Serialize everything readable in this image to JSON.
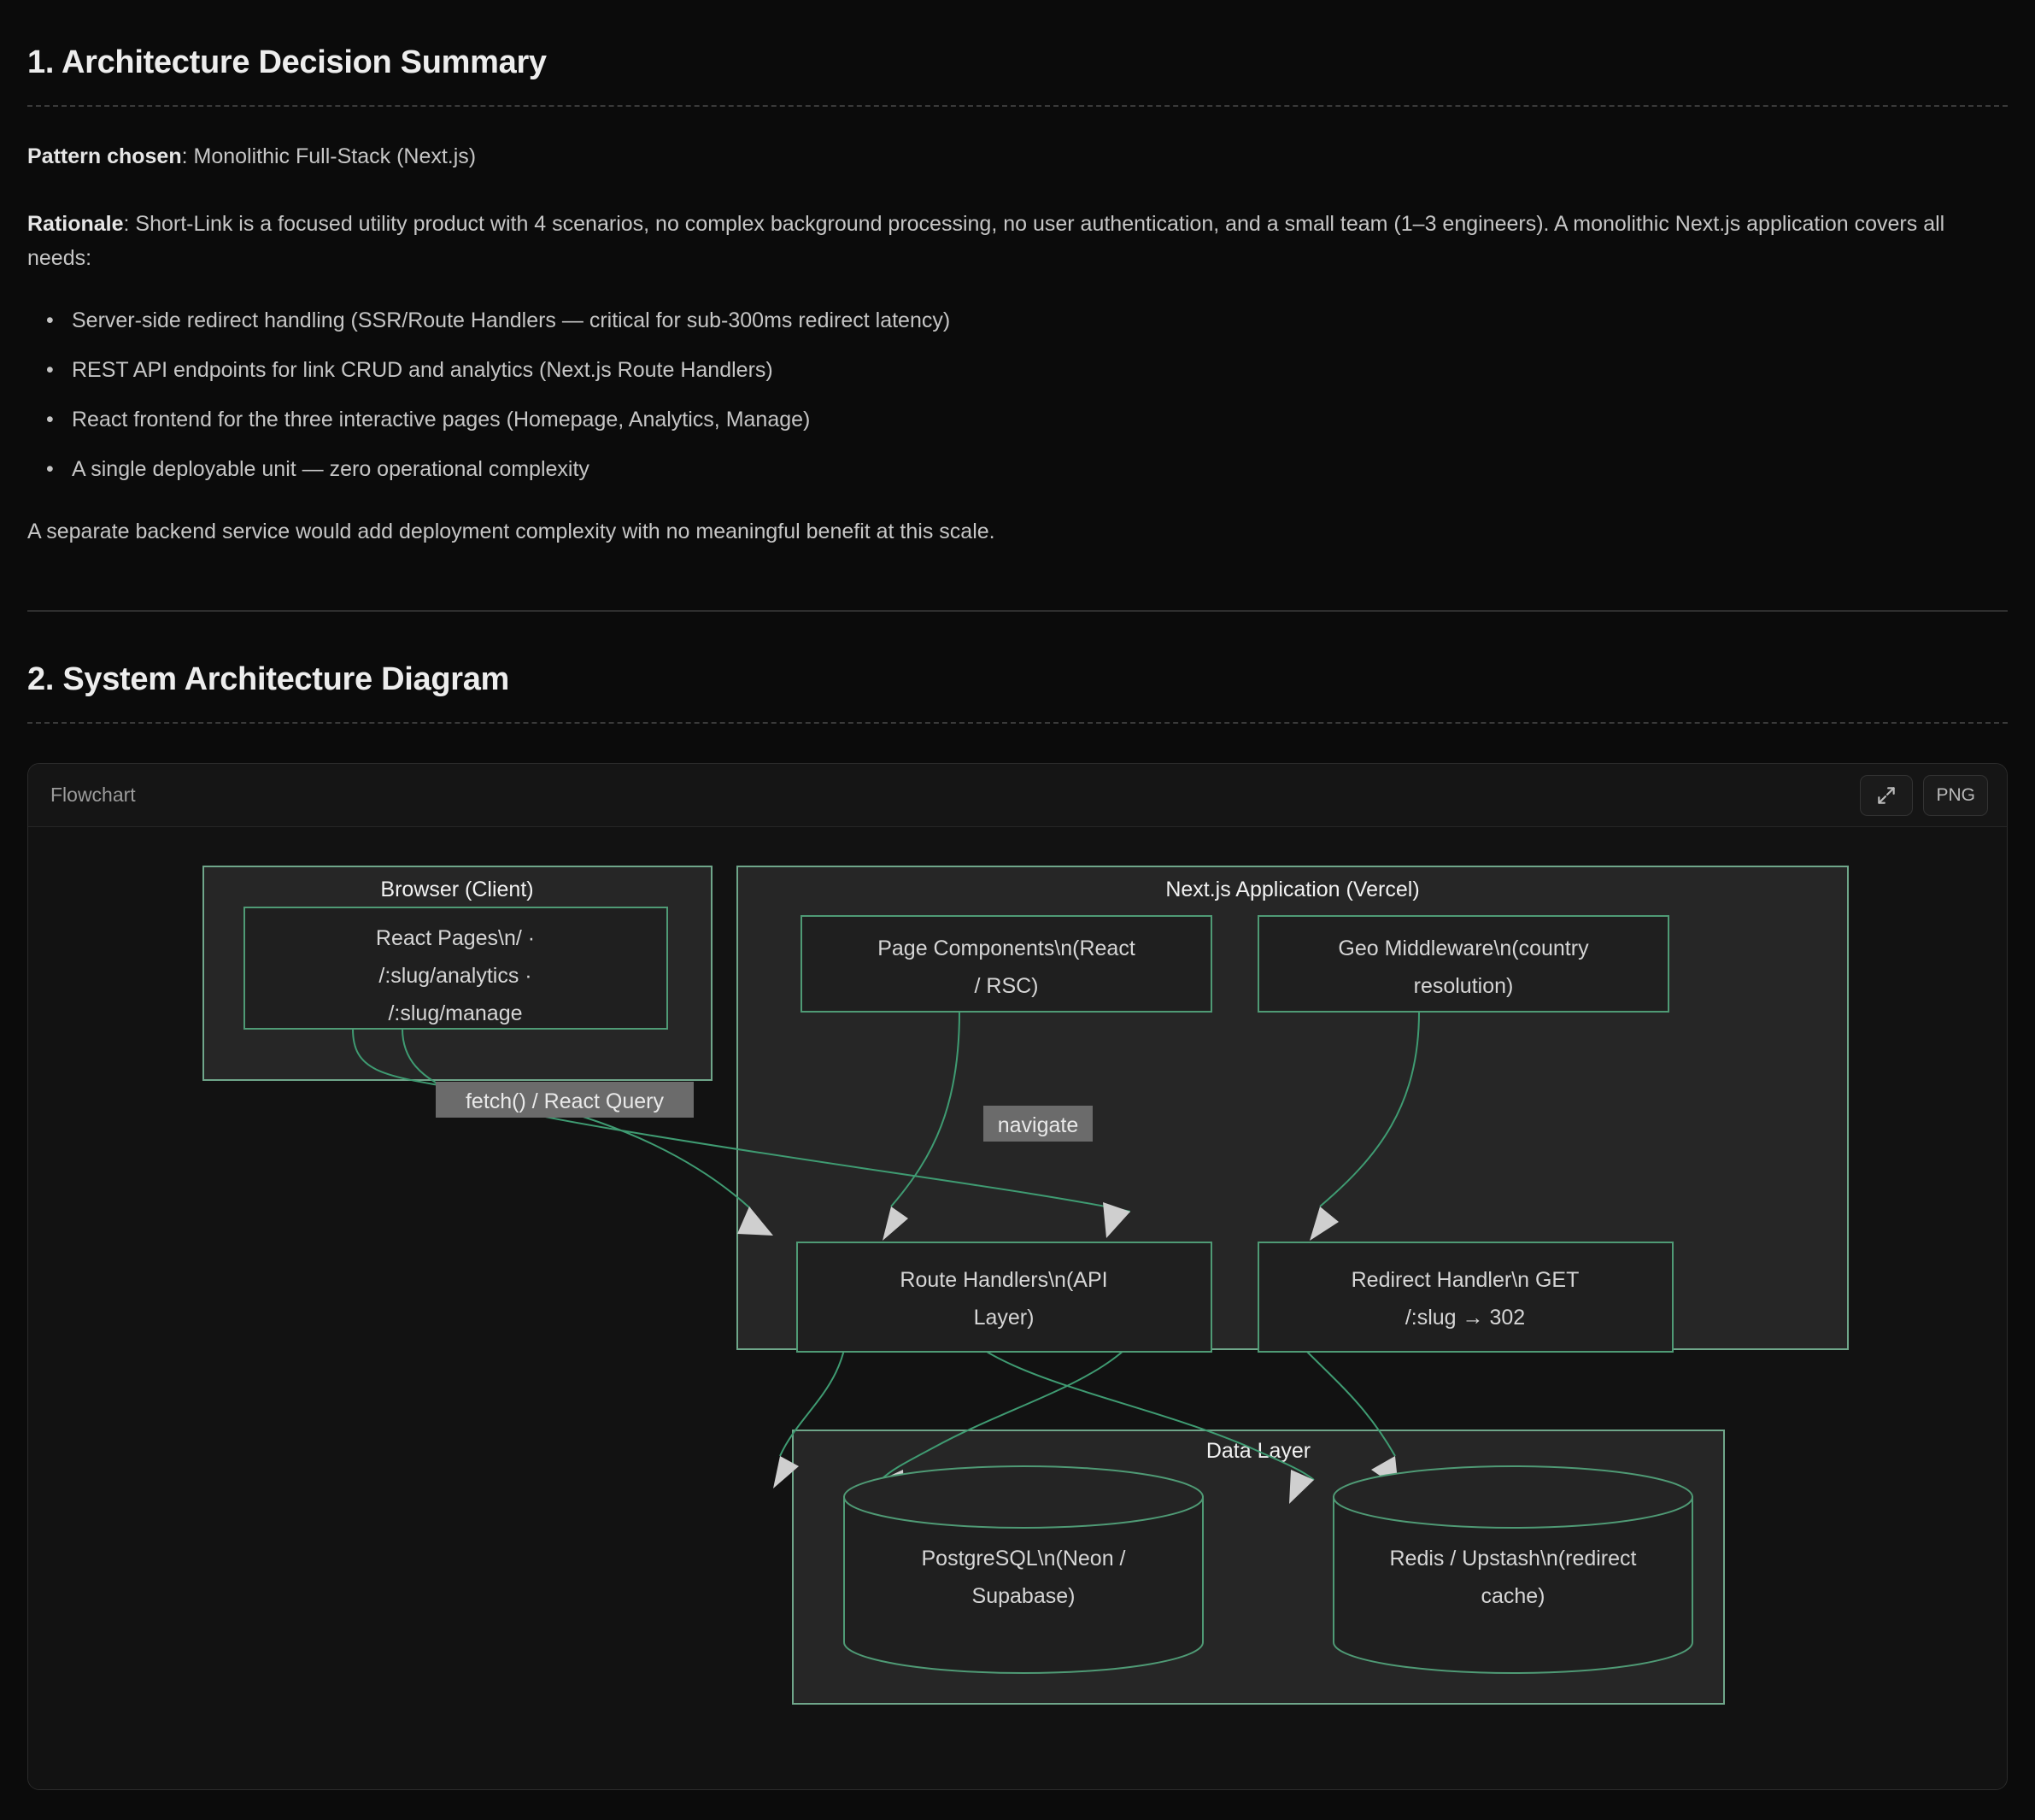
{
  "sections": [
    {
      "id": "architecture-decision-summary",
      "title": "1. Architecture Decision Summary",
      "pattern_label": "Pattern chosen",
      "pattern_value": ": Monolithic Full-Stack (Next.js)",
      "rationale_label": "Rationale",
      "rationale_value": ": Short-Link is a focused utility product with 4 scenarios, no complex background processing, no user authentication, and a small team (1–3 engineers). A monolithic Next.js application covers all needs:",
      "bullets": [
        "Server-side redirect handling (SSR/Route Handlers — critical for sub-300ms redirect latency)",
        "REST API endpoints for link CRUD and analytics (Next.js Route Handlers)",
        "React frontend for the three interactive pages (Homepage, Analytics, Manage)",
        "A single deployable unit — zero operational complexity"
      ],
      "closing": "A separate backend service would add deployment complexity with no meaningful benefit at this scale."
    },
    {
      "id": "system-architecture-diagram",
      "title": "2. System Architecture Diagram"
    }
  ],
  "diagram_card": {
    "title": "Flowchart",
    "expand_button_label": "",
    "png_button_label": "PNG"
  },
  "chart_data": {
    "type": "diagram",
    "diagram_kind": "flowchart",
    "colors": {
      "subgraph_border": "#6fa68a",
      "subgraph_fill": "#262626",
      "node_border": "#4f9a75",
      "node_fill": "#1f1f1f",
      "edge": "#3f9b72",
      "arrow_head": "#cfcfcf",
      "edge_label_bg": "#6b6b6b",
      "node_text": "#d6d6d6",
      "subgraph_text": "#f2f2f2"
    },
    "subgraphs": [
      {
        "id": "browser",
        "label": "Browser (Client)"
      },
      {
        "id": "nextjs",
        "label": "Next.js Application (Vercel)"
      },
      {
        "id": "datalayer",
        "label": "Data Layer"
      }
    ],
    "nodes": [
      {
        "id": "react_pages",
        "parent": "browser",
        "shape": "rect",
        "label": "React Pages\\n/ · /:slug/analytics · /:slug/manage",
        "lines": [
          "React Pages\\n/ ·",
          "/:slug/analytics ·",
          "/:slug/manage"
        ]
      },
      {
        "id": "page_components",
        "parent": "nextjs",
        "shape": "rect",
        "label": "Page Components\\n(React / RSC)",
        "lines": [
          "Page Components\\n(React",
          "/ RSC)"
        ]
      },
      {
        "id": "geo_middleware",
        "parent": "nextjs",
        "shape": "rect",
        "label": "Geo Middleware\\n(country resolution)",
        "lines": [
          "Geo Middleware\\n(country",
          "resolution)"
        ]
      },
      {
        "id": "route_handlers",
        "parent": "nextjs",
        "shape": "rect",
        "label": "Route Handlers\\n(API Layer)",
        "lines": [
          "Route Handlers\\n(API",
          "Layer)"
        ]
      },
      {
        "id": "redirect_handler",
        "parent": "nextjs",
        "shape": "rect",
        "label": "Redirect Handler\\n GET /:slug → 302",
        "lines": [
          "Redirect Handler\\n GET",
          "/:slug → 302"
        ]
      },
      {
        "id": "postgres",
        "parent": "datalayer",
        "shape": "cylinder",
        "label": "PostgreSQL\\n(Neon / Supabase)",
        "lines": [
          "PostgreSQL\\n(Neon /",
          "Supabase)"
        ]
      },
      {
        "id": "redis",
        "parent": "datalayer",
        "shape": "cylinder",
        "label": "Redis / Upstash\\n(redirect cache)",
        "lines": [
          "Redis / Upstash\\n(redirect",
          "cache)"
        ]
      }
    ],
    "edges": [
      {
        "from": "react_pages",
        "to": "route_handlers",
        "label": "fetch() / React Query"
      },
      {
        "from": "react_pages",
        "to": "redirect_handler",
        "label": "navigate"
      },
      {
        "from": "page_components",
        "to": "route_handlers",
        "label": ""
      },
      {
        "from": "geo_middleware",
        "to": "redirect_handler",
        "label": ""
      },
      {
        "from": "route_handlers",
        "to": "postgres",
        "label": ""
      },
      {
        "from": "route_handlers",
        "to": "redis",
        "label": ""
      },
      {
        "from": "redirect_handler",
        "to": "postgres",
        "label": ""
      },
      {
        "from": "redirect_handler",
        "to": "redis",
        "label": ""
      }
    ],
    "edge_labels": [
      "fetch() / React Query",
      "navigate"
    ]
  }
}
